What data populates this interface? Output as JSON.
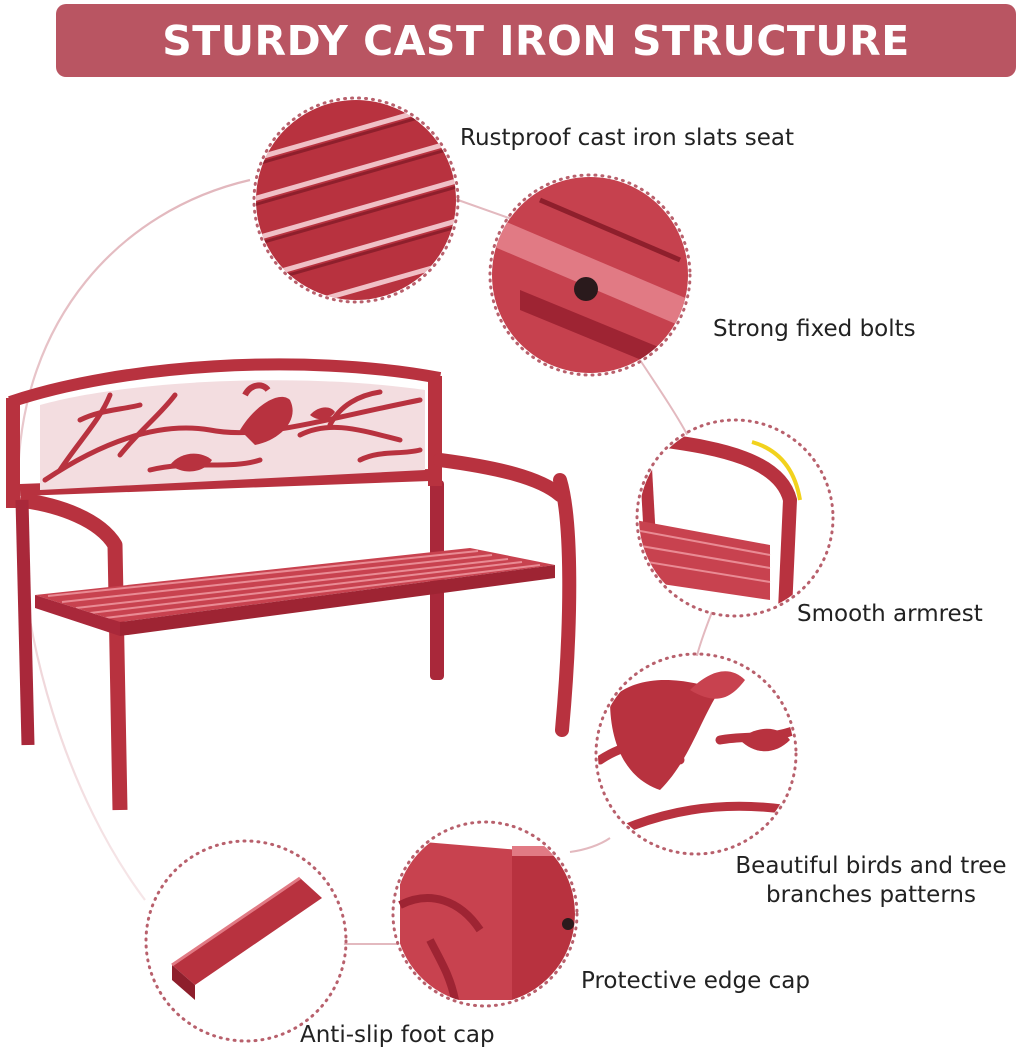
{
  "banner": {
    "title": "STURDY CAST IRON STRUCTURE",
    "color": "#b95562"
  },
  "colors": {
    "bench_red": "#b8323f",
    "bench_dark": "#8e1f2c",
    "bench_light": "#d8636e",
    "dot_line": "#b8606c"
  },
  "features": [
    {
      "label": "Rustproof cast iron slats seat"
    },
    {
      "label": "Strong fixed bolts"
    },
    {
      "label": "Smooth armrest"
    },
    {
      "label_line1": "Beautiful birds and tree",
      "label_line2": "branches patterns"
    },
    {
      "label": "Protective edge cap"
    },
    {
      "label": "Anti-slip foot cap"
    }
  ]
}
